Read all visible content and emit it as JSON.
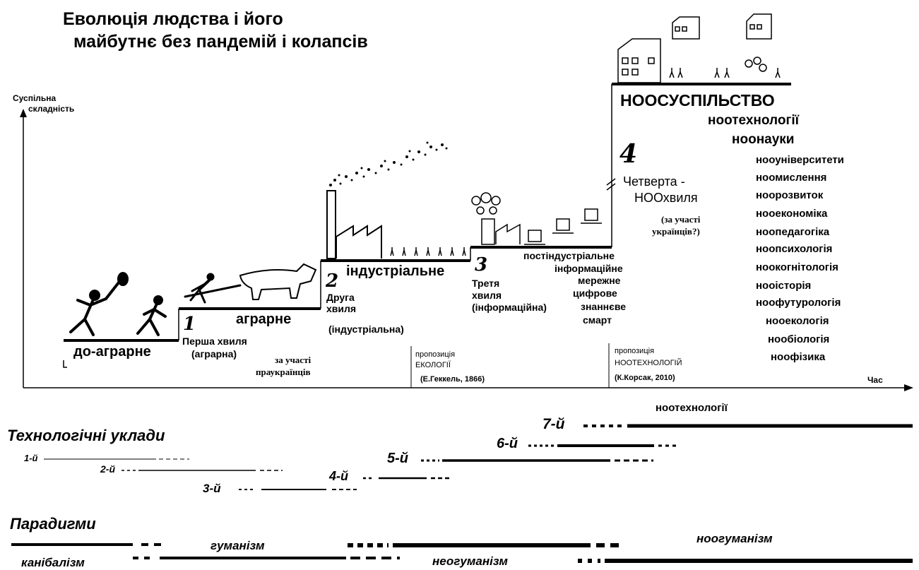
{
  "title_line1": "Еволюція людства і його",
  "title_line2": "майбутнє без пандемій і колапсів",
  "y_axis_label_1": "Суспільна",
  "y_axis_label_2": "складність",
  "x_axis_label": "Час",
  "stages": {
    "pre_agrarian": "до-аграрне",
    "agrarian": "аграрне",
    "industrial": "індустріальне",
    "noosociety": "НООСУСПІЛЬСТВО"
  },
  "waves": {
    "w1_num": "1",
    "w1_line1": "Перша хвиля",
    "w1_line2": "(аграрна)",
    "w1_note1": "за участі",
    "w1_note2": "праукраїнців",
    "w2_num": "2",
    "w2_line1": "Друга",
    "w2_line2": "хвиля",
    "w2_line3": "(індустріальна)",
    "w3_num": "3",
    "w3_line1": "Третя",
    "w3_line2": "хвиля",
    "w3_line3": "(інформаційна)",
    "w4_num": "4",
    "w4_line1": "Четверта -",
    "w4_line2": "НООхвиля",
    "w4_note1": "(за участі",
    "w4_note2": "українців?)"
  },
  "postindustrial": [
    "постіндустріальне",
    "інформаційне",
    "мережне",
    "цифрове",
    "знаннєве",
    "смарт"
  ],
  "noo_tech": "ноотехнології",
  "noo_science": "ноонауки",
  "noo_list": [
    "нооуніверситети",
    "ноомислення",
    "ноорозвиток",
    "нооекономіка",
    "ноопедагогіка",
    "ноопсихологія",
    "ноокогнітологія",
    "нооісторія",
    "ноофутурологія",
    "нооекологія",
    "нообіологія",
    "ноофізика"
  ],
  "proposals": {
    "ecology_1": "пропозиція",
    "ecology_2": "ЕКОЛОГІЇ",
    "ecology_3": "(Е.Геккель, 1866)",
    "nootech_1": "пропозиція",
    "nootech_2": "НООТЕХНОЛОГІЙ",
    "nootech_3": "(К.Корсак, 2010)"
  },
  "tech_orders": {
    "heading": "Технологічні уклади",
    "o1": "1-й",
    "o2": "2-й",
    "o3": "3-й",
    "o4": "4-й",
    "o5": "5-й",
    "o6": "6-й",
    "o7": "7-й",
    "o7_label": "ноотехнології"
  },
  "paradigms": {
    "heading": "Парадигми",
    "cannibalism": "канібалізм",
    "humanism": "гуманізм",
    "neohumanism": "неогуманізм",
    "noohumanism": "ноогуманізм"
  }
}
